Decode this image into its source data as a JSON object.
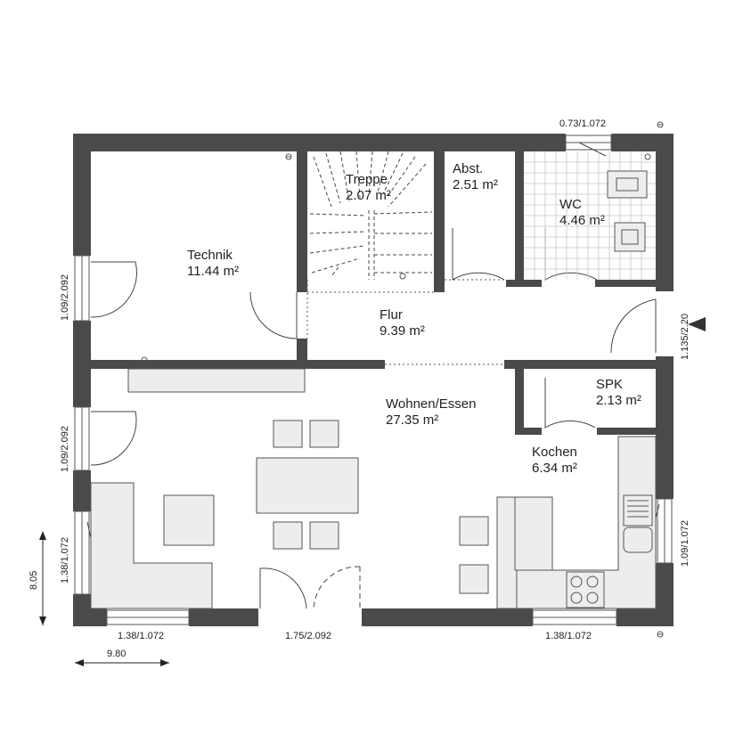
{
  "rooms": {
    "technik": {
      "name": "Technik",
      "area": "11.44 m²"
    },
    "treppe": {
      "name": "Treppe",
      "area": "2.07 m²"
    },
    "abst": {
      "name": "Abst.",
      "area": "2.51 m²"
    },
    "wc": {
      "name": "WC",
      "area": "4.46 m²"
    },
    "flur": {
      "name": "Flur",
      "area": "9.39 m²"
    },
    "spk": {
      "name": "SPK",
      "area": "2.13 m²"
    },
    "wohnen": {
      "name": "Wohnen/Essen",
      "area": "27.35 m²"
    },
    "kochen": {
      "name": "Kochen",
      "area": "6.34 m²"
    }
  },
  "dimensions": {
    "top_window": "0.73/1.072",
    "left_upper": "1.09/2.092",
    "left_middle": "1.09/2.092",
    "left_lower": "1.38/1.072",
    "right_upper": "1.135/2.20",
    "right_lower": "1.09/1.072",
    "bottom_left": "1.38/1.072",
    "bottom_center": "1.75/2.092",
    "bottom_right": "1.38/1.072",
    "overall_height": "8.05",
    "overall_width": "9.80"
  }
}
